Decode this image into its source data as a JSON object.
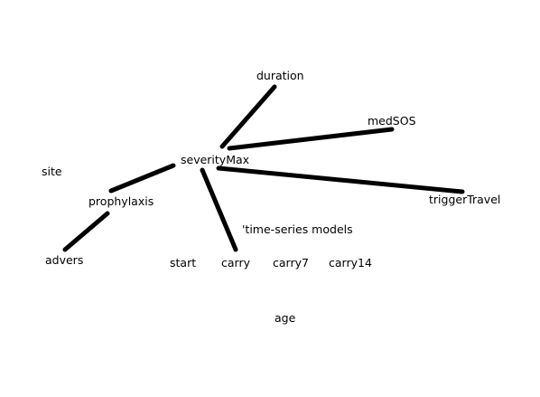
{
  "nodes": {
    "duration": "duration",
    "medSOS": "medSOS",
    "severityMax": "severityMax",
    "site": "site",
    "prophylaxis": "prophylaxis",
    "triggerTravel": "triggerTravel",
    "time_series": "'time-series models",
    "advers": "advers",
    "start": "start",
    "carry": "carry",
    "carry7": "carry7",
    "carry14": "carry14",
    "age": "age"
  },
  "edges": [
    {
      "from": "severityMax",
      "to": "duration"
    },
    {
      "from": "severityMax",
      "to": "medSOS"
    },
    {
      "from": "severityMax",
      "to": "triggerTravel"
    },
    {
      "from": "severityMax",
      "to": "prophylaxis"
    },
    {
      "from": "severityMax",
      "to": "carry"
    },
    {
      "from": "prophylaxis",
      "to": "advers"
    }
  ],
  "colors": {
    "line": "#000000",
    "text": "#000000",
    "background": "#ffffff"
  }
}
